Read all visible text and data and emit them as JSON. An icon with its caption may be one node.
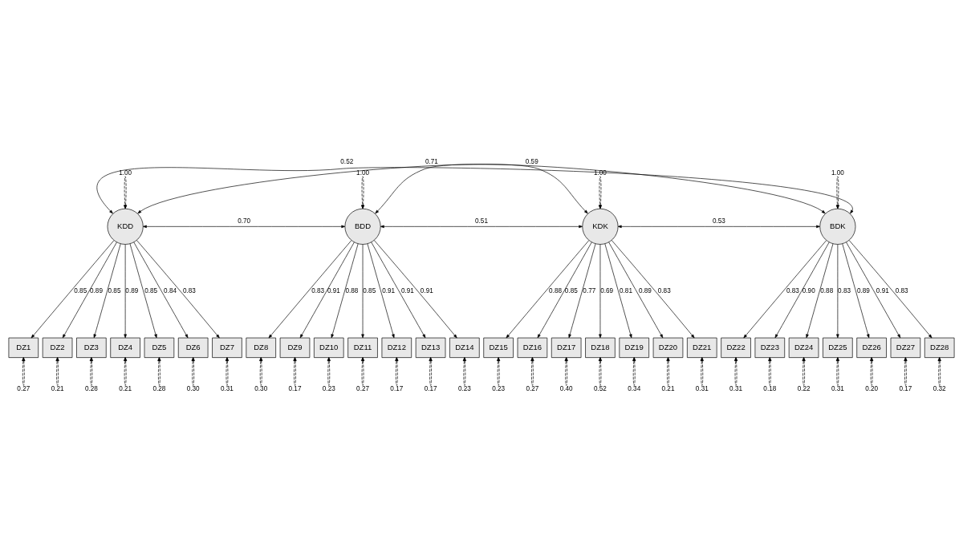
{
  "diagram": {
    "nodes": [
      {
        "text": [
          "KDD"
        ]
      },
      {
        "text": [
          "BDD"
        ]
      },
      {
        "text": [
          "KDK"
        ]
      },
      {
        "text": [
          "BDK"
        ]
      },
      {
        "text": [
          "DZ1"
        ]
      },
      {
        "text": [
          "DZ2"
        ]
      },
      {
        "text": [
          "DZ3"
        ]
      },
      {
        "text": [
          "DZ4"
        ]
      },
      {
        "text": [
          "DZ5"
        ]
      },
      {
        "text": [
          "DZ6"
        ]
      },
      {
        "text": [
          "DZ7"
        ]
      },
      {
        "text": [
          "DZ8"
        ]
      },
      {
        "text": [
          "DZ9"
        ]
      },
      {
        "text": [
          "DZ10"
        ]
      },
      {
        "text": [
          "DZ11"
        ]
      },
      {
        "text": [
          "DZ12"
        ]
      },
      {
        "text": [
          "DZ13"
        ]
      },
      {
        "text": [
          "DZ14"
        ]
      },
      {
        "text": [
          "DZ15"
        ]
      },
      {
        "text": [
          "DZ16"
        ]
      },
      {
        "text": [
          "DZ17"
        ]
      },
      {
        "text": [
          "DZ18"
        ]
      },
      {
        "text": [
          "DZ19"
        ]
      },
      {
        "text": [
          "DZ20"
        ]
      },
      {
        "text": [
          "DZ21"
        ]
      },
      {
        "text": [
          "DZ22"
        ]
      },
      {
        "text": [
          "DZ23"
        ]
      },
      {
        "text": [
          "DZ24"
        ]
      },
      {
        "text": [
          "DZ25"
        ]
      },
      {
        "text": [
          "DZ26"
        ]
      },
      {
        "text": [
          "DZ27"
        ]
      },
      {
        "text": [
          "DZ28"
        ]
      }
    ],
    "edges": [
      {
        "from": 0,
        "to": 0,
        "arrow": "both",
        "label": "1.00",
        "style": "dashed"
      },
      {
        "from": 1,
        "to": 1,
        "arrow": "both",
        "label": "1.00",
        "style": "dashed"
      },
      {
        "from": 2,
        "to": 2,
        "arrow": "both",
        "label": "1.00",
        "style": "dashed"
      },
      {
        "from": 3,
        "to": 3,
        "arrow": "both",
        "label": "1.00",
        "style": "dashed"
      },
      {
        "from": 0,
        "to": 1,
        "arrow": "both",
        "label": "0.70"
      },
      {
        "from": 0,
        "to": 2,
        "arrow": "both",
        "label": "0.59"
      },
      {
        "from": 0,
        "to": 3,
        "arrow": "both",
        "label": "0.52"
      },
      {
        "from": 1,
        "to": 2,
        "arrow": "both",
        "label": "0.51"
      },
      {
        "from": 1,
        "to": 3,
        "arrow": "both",
        "label": "0.71"
      },
      {
        "from": 2,
        "to": 3,
        "arrow": "both",
        "label": "0.53"
      },
      {
        "from": 0,
        "to": 4,
        "arrow": "to",
        "label": "0.85"
      },
      {
        "from": 0,
        "to": 5,
        "arrow": "to",
        "label": "0.89"
      },
      {
        "from": 0,
        "to": 6,
        "arrow": "to",
        "label": "0.85"
      },
      {
        "from": 0,
        "to": 7,
        "arrow": "to",
        "label": "0.89"
      },
      {
        "from": 0,
        "to": 8,
        "arrow": "to",
        "label": "0.85"
      },
      {
        "from": 0,
        "to": 9,
        "arrow": "to",
        "label": "0.84"
      },
      {
        "from": 0,
        "to": 10,
        "arrow": "to",
        "label": "0.83"
      },
      {
        "from": 1,
        "to": 11,
        "arrow": "to",
        "label": "0.83"
      },
      {
        "from": 1,
        "to": 12,
        "arrow": "to",
        "label": "0.91"
      },
      {
        "from": 1,
        "to": 13,
        "arrow": "to",
        "label": "0.88"
      },
      {
        "from": 1,
        "to": 14,
        "arrow": "to",
        "label": "0.85"
      },
      {
        "from": 1,
        "to": 15,
        "arrow": "to",
        "label": "0.91"
      },
      {
        "from": 1,
        "to": 16,
        "arrow": "to",
        "label": "0.91"
      },
      {
        "from": 1,
        "to": 17,
        "arrow": "to",
        "label": "0.91"
      },
      {
        "from": 2,
        "to": 18,
        "arrow": "to",
        "label": "0.88"
      },
      {
        "from": 2,
        "to": 19,
        "arrow": "to",
        "label": "0.85"
      },
      {
        "from": 2,
        "to": 20,
        "arrow": "to",
        "label": "0.77"
      },
      {
        "from": 2,
        "to": 21,
        "arrow": "to",
        "label": "0.69"
      },
      {
        "from": 2,
        "to": 22,
        "arrow": "to",
        "label": "0.81"
      },
      {
        "from": 2,
        "to": 23,
        "arrow": "to",
        "label": "0.89"
      },
      {
        "from": 2,
        "to": 24,
        "arrow": "to",
        "label": "0.83"
      },
      {
        "from": 3,
        "to": 25,
        "arrow": "to",
        "label": "0.83"
      },
      {
        "from": 3,
        "to": 26,
        "arrow": "to",
        "label": "0.90"
      },
      {
        "from": 3,
        "to": 27,
        "arrow": "to",
        "label": "0.88"
      },
      {
        "from": 3,
        "to": 28,
        "arrow": "to",
        "label": "0.83"
      },
      {
        "from": 3,
        "to": 29,
        "arrow": "to",
        "label": "0.89"
      },
      {
        "from": 3,
        "to": 30,
        "arrow": "to",
        "label": "0.91"
      },
      {
        "from": 3,
        "to": 31,
        "arrow": "to",
        "label": "0.83"
      },
      {
        "from": 4,
        "to": 4,
        "arrow": "both",
        "label": "0.27",
        "style": "dashed"
      },
      {
        "from": 5,
        "to": 5,
        "arrow": "both",
        "label": "0.21",
        "style": "dashed"
      },
      {
        "from": 6,
        "to": 6,
        "arrow": "both",
        "label": "0.28",
        "style": "dashed"
      },
      {
        "from": 7,
        "to": 7,
        "arrow": "both",
        "label": "0.21",
        "style": "dashed"
      },
      {
        "from": 8,
        "to": 8,
        "arrow": "both",
        "label": "0.28",
        "style": "dashed"
      },
      {
        "from": 9,
        "to": 9,
        "arrow": "both",
        "label": "0.30",
        "style": "dashed"
      },
      {
        "from": 10,
        "to": 10,
        "arrow": "both",
        "label": "0.31",
        "style": "dashed"
      },
      {
        "from": 11,
        "to": 11,
        "arrow": "both",
        "label": "0.30",
        "style": "dashed"
      },
      {
        "from": 12,
        "to": 12,
        "arrow": "both",
        "label": "0.17",
        "style": "dashed"
      },
      {
        "from": 13,
        "to": 13,
        "arrow": "both",
        "label": "0.23",
        "style": "dashed"
      },
      {
        "from": 14,
        "to": 14,
        "arrow": "both",
        "label": "0.27",
        "style": "dashed"
      },
      {
        "from": 15,
        "to": 15,
        "arrow": "both",
        "label": "0.17",
        "style": "dashed"
      },
      {
        "from": 16,
        "to": 16,
        "arrow": "both",
        "label": "0.17",
        "style": "dashed"
      },
      {
        "from": 17,
        "to": 17,
        "arrow": "both",
        "label": "0.23",
        "style": "dashed"
      },
      {
        "from": 18,
        "to": 18,
        "arrow": "both",
        "label": "0.23",
        "style": "dashed"
      },
      {
        "from": 19,
        "to": 19,
        "arrow": "both",
        "label": "0.27",
        "style": "dashed"
      },
      {
        "from": 20,
        "to": 20,
        "arrow": "both",
        "label": "0.40",
        "style": "dashed"
      },
      {
        "from": 21,
        "to": 21,
        "arrow": "both",
        "label": "0.52",
        "style": "dashed"
      },
      {
        "from": 22,
        "to": 22,
        "arrow": "both",
        "label": "0.34",
        "style": "dashed"
      },
      {
        "from": 23,
        "to": 23,
        "arrow": "both",
        "label": "0.21",
        "style": "dashed"
      },
      {
        "from": 24,
        "to": 24,
        "arrow": "both",
        "label": "0.31",
        "style": "dashed"
      },
      {
        "from": 25,
        "to": 25,
        "arrow": "both",
        "label": "0.31",
        "style": "dashed"
      },
      {
        "from": 26,
        "to": 26,
        "arrow": "both",
        "label": "0.18",
        "style": "dashed"
      },
      {
        "from": 27,
        "to": 27,
        "arrow": "both",
        "label": "0.22",
        "style": "dashed"
      },
      {
        "from": 28,
        "to": 28,
        "arrow": "both",
        "label": "0.31",
        "style": "dashed"
      },
      {
        "from": 29,
        "to": 29,
        "arrow": "both",
        "label": "0.20",
        "style": "dashed"
      },
      {
        "from": 30,
        "to": 30,
        "arrow": "both",
        "label": "0.17",
        "style": "dashed"
      },
      {
        "from": 31,
        "to": 31,
        "arrow": "both",
        "label": "0.32",
        "style": "dashed"
      }
    ]
  }
}
